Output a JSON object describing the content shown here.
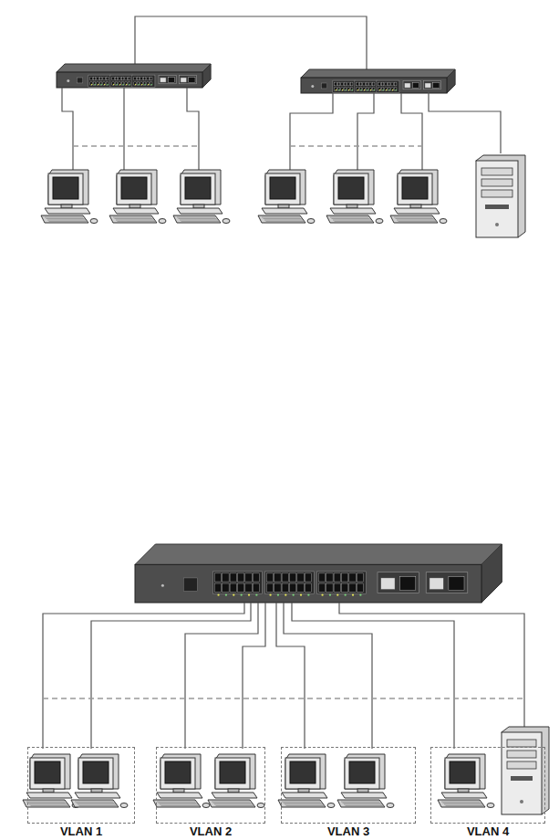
{
  "diagram": {
    "nodes": [
      {
        "text": [
          "VLAN 1"
        ]
      },
      {
        "text": [
          "VLAN 2"
        ]
      },
      {
        "text": [
          "VLAN 3"
        ]
      },
      {
        "text": [
          "VLAN 4"
        ]
      }
    ]
  }
}
